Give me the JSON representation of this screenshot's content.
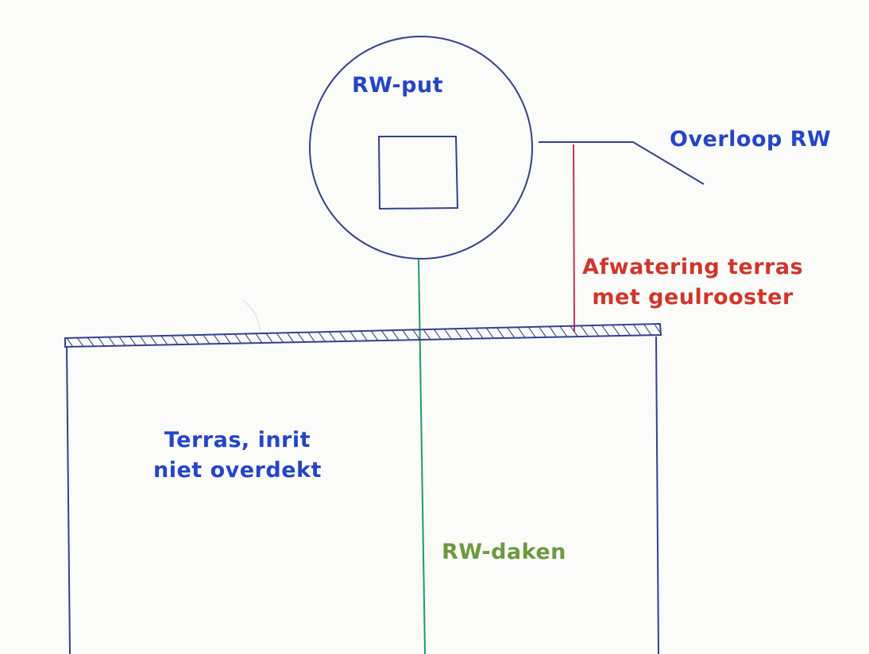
{
  "labels": {
    "rw_put": "RW-put",
    "overloop": "Overloop RW",
    "afwatering_line1": "Afwatering terras",
    "afwatering_line2": "met geulrooster",
    "terras_line1": "Terras, inrit",
    "terras_line2": "niet overdekt",
    "rw_daken": "RW-daken"
  },
  "colors": {
    "outline": "#34408f",
    "blue_text": "#2445c6",
    "red_text": "#d0362a",
    "green_text": "#6c9a3c",
    "green_line": "#1f9a69",
    "red_line": "#c23358"
  }
}
